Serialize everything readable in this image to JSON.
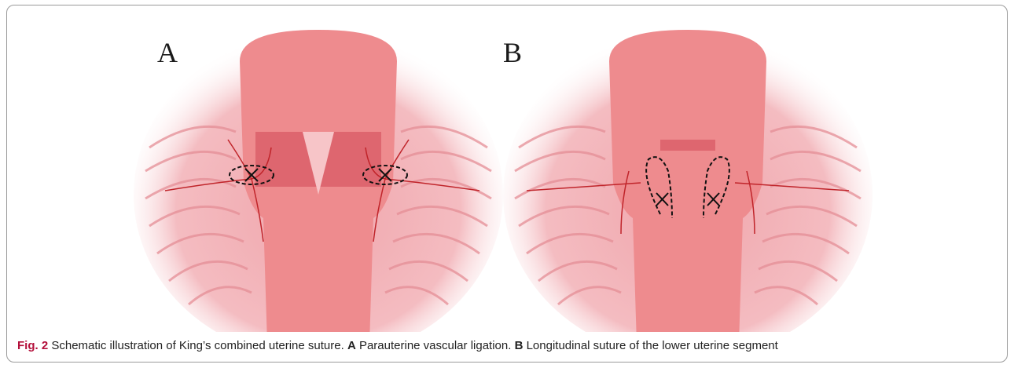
{
  "figure": {
    "panels": [
      {
        "label": "A"
      },
      {
        "label": "B"
      }
    ],
    "caption": {
      "fig_label": "Fig. 2",
      "text": "Schematic illustration of King’s combined uterine suture.",
      "a_label": "A",
      "a_text": "Parauterine vascular ligation.",
      "b_label": "B",
      "b_text": "Longitudinal suture of the lower uterine segment"
    },
    "colors": {
      "uterus": "#ee8b8e",
      "background_tissue": "#f4b6bb",
      "vessel": "#c0242a",
      "suture": "#111111",
      "caption_label": "#b30f3a"
    }
  }
}
